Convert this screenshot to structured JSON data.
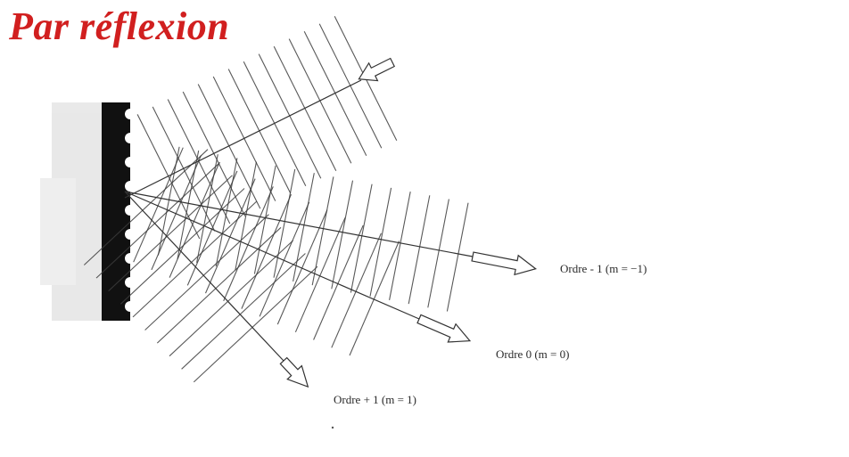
{
  "title": "Par réflexion",
  "colors": {
    "title": "#d11f1f",
    "grating": "#111111",
    "lines": "#3c3c3c"
  },
  "orders": [
    {
      "id": "minus1",
      "label": "Ordre - 1 (m = −1)"
    },
    {
      "id": "zero",
      "label": "Ordre 0 (m = 0)"
    },
    {
      "id": "plus1",
      "label": "Ordre + 1 (m = 1)"
    }
  ]
}
